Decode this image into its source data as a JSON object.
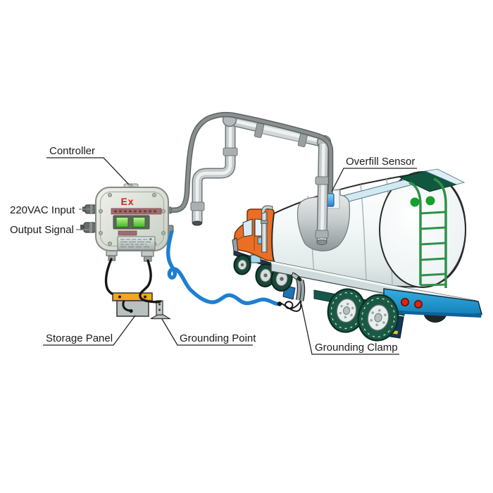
{
  "labels": {
    "controller": "Controller",
    "vac_input": "220VAC Input",
    "output_signal": "Output Signal",
    "overfill_sensor": "Overfill Sensor",
    "storage_panel": "Storage Panel",
    "grounding_point": "Grounding Point",
    "grounding_clamp": "Grounding Clamp"
  },
  "controller": {
    "ex_marking": "Ex"
  },
  "colors": {
    "label_text": "#1a1a1a",
    "ex_red": "#cf1f1f",
    "cab_orange": "#ea6f24",
    "tank_white": "#f4f8f8",
    "wheel_green": "#1a5a44",
    "trim_blue": "#2ba0d8",
    "cable_blue": "#1e7fd2",
    "sensor_blue": "#2b7fd0",
    "ladder_green": "#2f9149",
    "pipe_gray": "#c6cbcc"
  }
}
